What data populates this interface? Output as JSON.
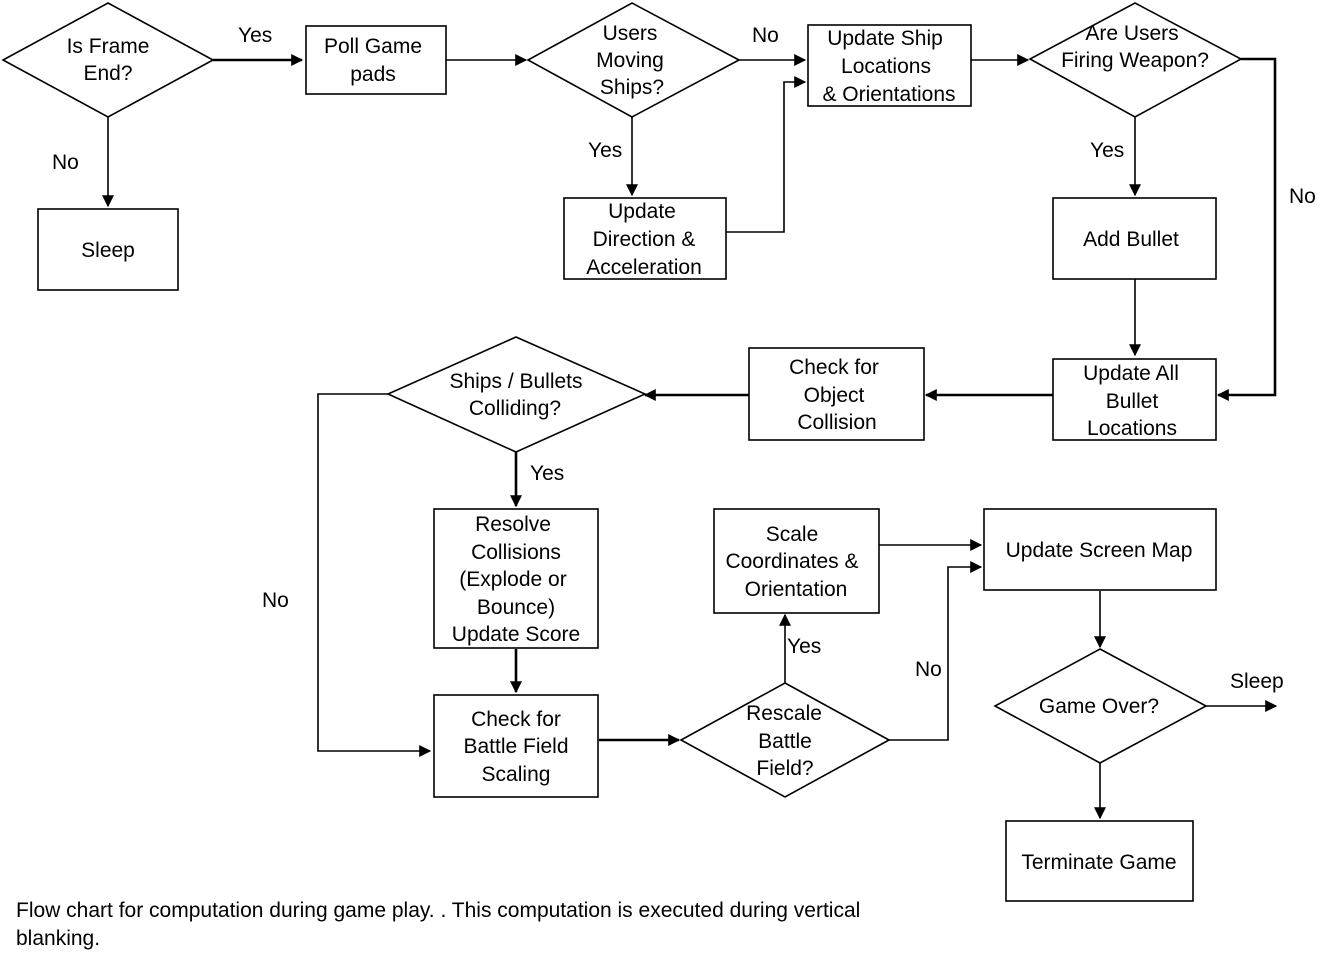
{
  "nodes": {
    "frame_end": [
      "Is Frame",
      "End?"
    ],
    "sleep_box": [
      "Sleep"
    ],
    "poll": [
      "Poll Game",
      "pads"
    ],
    "users_moving": [
      "Users",
      "Moving",
      "Ships?"
    ],
    "update_direction": [
      "Update",
      "Direction &",
      "Acceleration"
    ],
    "update_ship": [
      "Update Ship",
      "Locations",
      "& Orientations"
    ],
    "firing": [
      "Are Users",
      "Firing Weapon?"
    ],
    "add_bullet": [
      "Add Bullet"
    ],
    "update_bullets": [
      "Update All",
      "Bullet",
      "Locations"
    ],
    "check_collision": [
      "Check for",
      "Object",
      "Collision"
    ],
    "colliding": [
      "Ships / Bullets",
      "Colliding?"
    ],
    "resolve": [
      "Resolve",
      "Collisions",
      "(Explode or",
      "Bounce)",
      "Update Score"
    ],
    "check_scaling": [
      "Check for",
      "Battle Field",
      "Scaling"
    ],
    "rescale": [
      "Rescale",
      "Battle",
      "Field?"
    ],
    "scale_coords": [
      "Scale",
      "Coordinates &",
      "Orientation"
    ],
    "update_screen": [
      "Update Screen Map"
    ],
    "game_over": [
      "Game Over?"
    ],
    "terminate": [
      "Terminate Game"
    ]
  },
  "edge_labels": {
    "frame_yes": "Yes",
    "frame_no": "No",
    "moving_no": "No",
    "moving_yes": "Yes",
    "firing_yes": "Yes",
    "firing_no": "No",
    "colliding_yes": "Yes",
    "colliding_no": "No",
    "rescale_yes": "Yes",
    "rescale_no": "No",
    "game_over_sleep": "Sleep"
  },
  "caption": "Flow chart for computation during game play. .  This computation is executed during vertical blanking."
}
